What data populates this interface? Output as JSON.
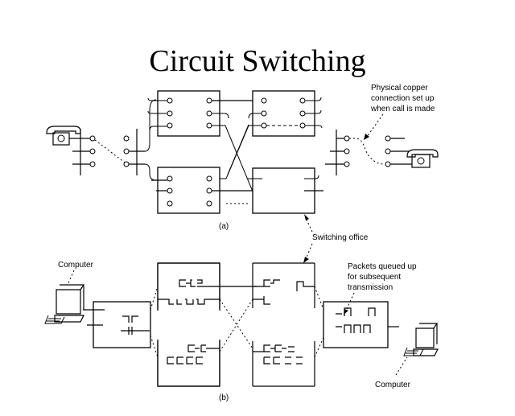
{
  "diagram": {
    "title": "Circuit Switching",
    "part_a": {
      "caption": "(a)",
      "annotation_copper": [
        "Physical copper",
        "connection set up",
        "when call is made"
      ],
      "annotation_office": "Switching office"
    },
    "part_b": {
      "caption": "(b)",
      "annotation_packets": [
        "Packets queued up",
        "for subsequent",
        "transmission"
      ],
      "computer_left_label": "Computer",
      "computer_right_label": "Computer"
    },
    "colors": {
      "line": "#000000",
      "background": "#ffffff"
    }
  }
}
